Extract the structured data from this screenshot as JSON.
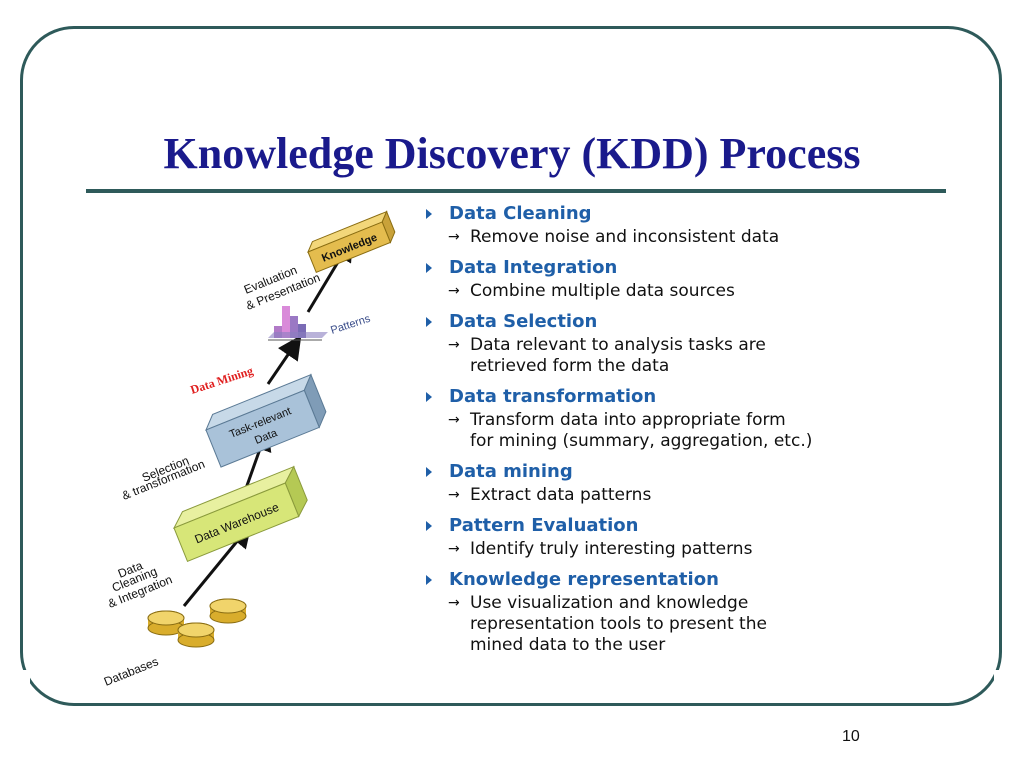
{
  "slide": {
    "title": "Knowledge Discovery (KDD) Process",
    "number": "10"
  },
  "diagram": {
    "databases": "Databases",
    "data_warehouse": "Data Warehouse",
    "task_relevant": "Task-relevant\nData",
    "knowledge": "Knowledge",
    "patterns": "Patterns",
    "cleaning_integration": [
      "Data",
      "Cleaning",
      "& Integration"
    ],
    "selection_transformation": [
      "Selection",
      "& transformation"
    ],
    "data_mining": "Data Mining",
    "evaluation_presentation": [
      "Evaluation",
      "& Presentation"
    ]
  },
  "steps": [
    {
      "title": "Data Cleaning",
      "desc": "Remove noise and inconsistent data"
    },
    {
      "title": "Data Integration",
      "desc": "Combine multiple data sources"
    },
    {
      "title": "Data Selection",
      "desc": "Data relevant to analysis tasks are\nretrieved form the data"
    },
    {
      "title": "Data transformation",
      "desc": "Transform data into appropriate form\nfor mining (summary, aggregation, etc.)"
    },
    {
      "title": "Data mining",
      "desc": "Extract data patterns"
    },
    {
      "title": "Pattern Evaluation",
      "desc": "Identify truly interesting patterns"
    },
    {
      "title": "Knowledge representation",
      "desc": "Use visualization and knowledge\nrepresentation tools to present the\nmined data to the user"
    }
  ]
}
